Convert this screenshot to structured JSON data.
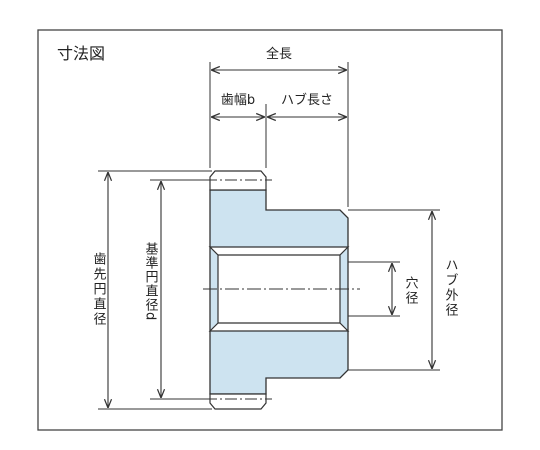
{
  "diagram": {
    "title": "寸法図",
    "labels": {
      "total_length": "全長",
      "face_width": "歯幅b",
      "hub_length": "ハブ長さ",
      "tip_diameter": "歯先円直径",
      "pitch_diameter": "基準円直径d",
      "bore": "穴径",
      "hub_outer_diameter": "ハブ外径"
    },
    "colors": {
      "fill": "#cde3f0",
      "line": "#333333",
      "frame": "#444444"
    }
  }
}
